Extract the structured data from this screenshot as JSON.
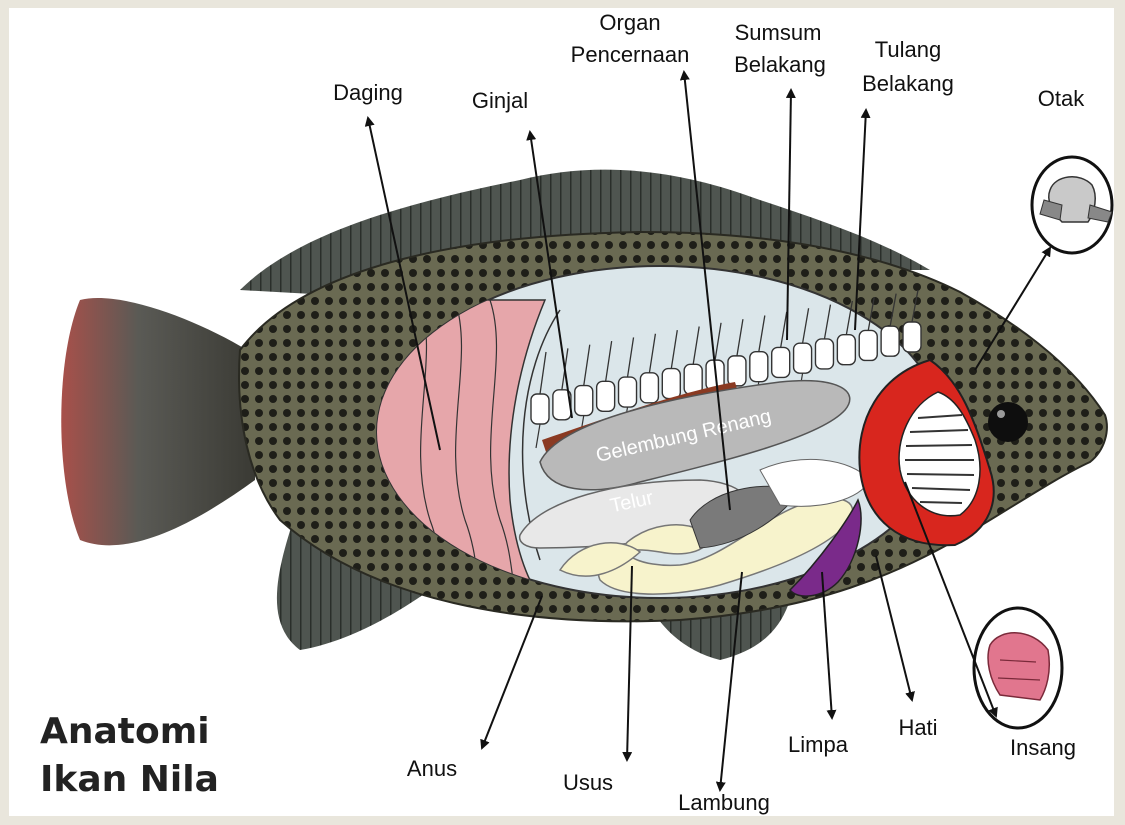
{
  "title": {
    "line1": "Anatomi",
    "line2": "Ikan Nila"
  },
  "labels": {
    "daging": "Daging",
    "ginjal": "Ginjal",
    "organ1": "Organ",
    "organ2": "Pencernaan",
    "sumsum1": "Sumsum",
    "sumsum2": "Belakang",
    "tulang1": "Tulang",
    "tulang2": "Belakang",
    "otak": "Otak",
    "anus": "Anus",
    "usus": "Usus",
    "lambung": "Lambung",
    "limpa": "Limpa",
    "hati": "Hati",
    "insang": "Insang",
    "gelembung": "Gelembung Renang",
    "telur": "Telur"
  },
  "colors": {
    "fish_body": "#3a3a30",
    "fins": "#4a4e48",
    "tail_edge": "#a8504a",
    "cavity": "#dbe6ea",
    "flesh": "#e6a6aa",
    "swim_bladder": "#b9b9b9",
    "kidney": "#8a3a22",
    "gills": "#d8261e",
    "spleen": "#7a2a8a",
    "intestine": "#f7f3cc"
  }
}
